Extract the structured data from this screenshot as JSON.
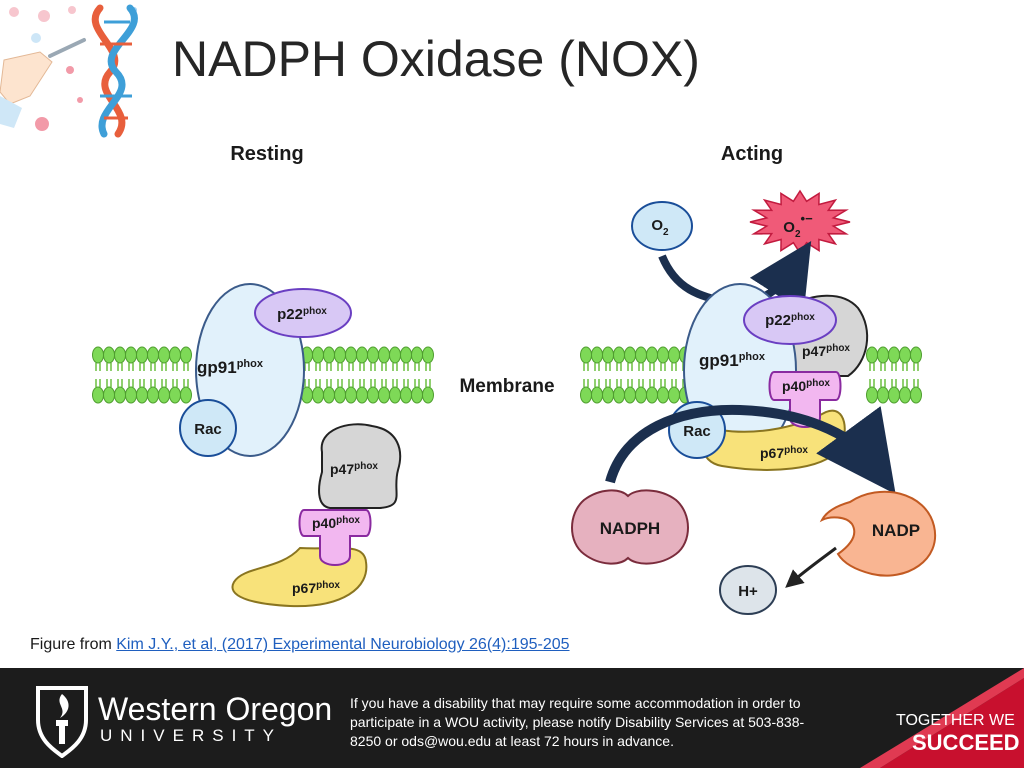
{
  "slide": {
    "title": "NADPH Oxidase (NOX)"
  },
  "diagram": {
    "resting_heading": "Resting",
    "acting_heading": "Acting",
    "membrane_label": "Membrane",
    "resting": {
      "gp91": {
        "base": "gp91",
        "sup": "phox"
      },
      "p22": {
        "base": "p22",
        "sup": "phox"
      },
      "rac": "Rac",
      "p47": {
        "base": "p47",
        "sup": "phox"
      },
      "p40": {
        "base": "p40",
        "sup": "phox"
      },
      "p67": {
        "base": "p67",
        "sup": "phox"
      }
    },
    "acting": {
      "o2": {
        "base": "O",
        "sub": "2"
      },
      "superoxide": {
        "base": "O",
        "sub": "2",
        "sup": "•−"
      },
      "gp91": {
        "base": "gp91",
        "sup": "phox"
      },
      "p22": {
        "base": "p22",
        "sup": "phox"
      },
      "p47": {
        "base": "p47",
        "sup": "phox"
      },
      "p40": {
        "base": "p40",
        "sup": "phox"
      },
      "p67": {
        "base": "p67",
        "sup": "phox"
      },
      "rac": "Rac",
      "nadph": "NADPH",
      "nadp": "NADP",
      "h_plus": "H+"
    },
    "colors": {
      "gp91_fill": "#e1f1fb",
      "p22_fill": "#d8c8f5",
      "rac_fill": "#cfe8f7",
      "p47_fill": "#d6d6d6",
      "p40_fill": "#f2b7f0",
      "p67_fill": "#f8e27a",
      "nadph_fill": "#e6b1bf",
      "nadp_fill": "#f9b592",
      "superoxide_fill": "#f05a78",
      "membrane_green": "#7ed957",
      "arrow_navy": "#1b2f4e"
    }
  },
  "caption": {
    "prefix": "Figure from ",
    "link_text": "Kim J.Y., et al, (2017) Experimental Neurobiology 26(4):195-205"
  },
  "footer": {
    "university_name": "Western Oregon",
    "university_sub": "UNIVERSITY",
    "accessibility_note": "If you have a disability that may require some accommodation in order to participate in a WOU activity, please notify Disability Services at 503-838-8250 or ods@wou.edu at least 72 hours in advance.",
    "slogan_line1": "TOGETHER WE",
    "slogan_line2": "SUCCEED"
  }
}
